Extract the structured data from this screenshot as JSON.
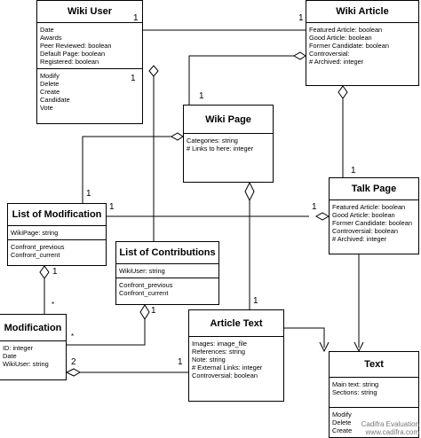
{
  "classes": {
    "wiki_user": {
      "name": "Wiki User",
      "attributes": [
        "Date",
        "Awards",
        "Peer Reviewed: boolean",
        "Default Page: boolean",
        "Registered: boolean"
      ],
      "operations": [
        "Modify",
        "Delete",
        "Create",
        "Candidate",
        "Vote"
      ]
    },
    "wiki_article": {
      "name": "Wiki Article",
      "attributes": [
        "Featured Article: boolean",
        "Good Article: boolean",
        "Former Candidate: boolean",
        "Controversial:",
        "# Archived: integer"
      ]
    },
    "wiki_page": {
      "name": "Wiki Page",
      "attributes": [
        "Categories: string",
        "# Links to here: integer"
      ]
    },
    "talk_page": {
      "name": "Talk Page",
      "attributes": [
        "Featured Article: boolean",
        "Good Article: boolean",
        "Former Candidate: boolean",
        "Controversial: boolean",
        "# Archived: integer"
      ]
    },
    "list_of_modification": {
      "name": "List of Modification",
      "attributes": [
        "WikiPage: string"
      ],
      "operations": [
        "Confront_previous",
        "Confront_current"
      ]
    },
    "list_of_contributions": {
      "name": "List of Contributions",
      "attributes": [
        "WikiUser: string"
      ],
      "operations": [
        "Confront_previous",
        "Confront_current"
      ]
    },
    "modification": {
      "name": "Modification",
      "attributes": [
        "ID: integer",
        "Date",
        "WikiUser: string"
      ]
    },
    "article_text": {
      "name": "Article Text",
      "attributes": [
        "Images: image_file",
        "References: string",
        "Note: string",
        "# External Links: integer",
        "Controversial: boolean"
      ]
    },
    "text": {
      "name": "Text",
      "attributes": [
        "Main text: string",
        "Sections: string"
      ],
      "operations": [
        "Modify",
        "Delete",
        "Create"
      ]
    }
  },
  "multiplicities": {
    "user_article_user_end": "1",
    "user_article_article_end": "1",
    "user_contrib_user_end": "1",
    "page_article_page_end": "1",
    "page_listmod_listmod_end": "1",
    "listmod_talk_listmod_end": "1",
    "listmod_talk_talk_end": "1",
    "listmod_modification_listmod_end": "1",
    "listmod_modification_modification_end": "*",
    "contrib_modification_contrib_end": "1",
    "contrib_modification_modification_end": "*",
    "talk_article_talk_end": "1",
    "page_articletext_articletext_end": "1",
    "articletext_modification_modification_end": "2",
    "articletext_modification_articletext_end": "1"
  },
  "watermark": {
    "line1": "Cadifra Evaluation",
    "line2": "www.cadifra.com"
  }
}
